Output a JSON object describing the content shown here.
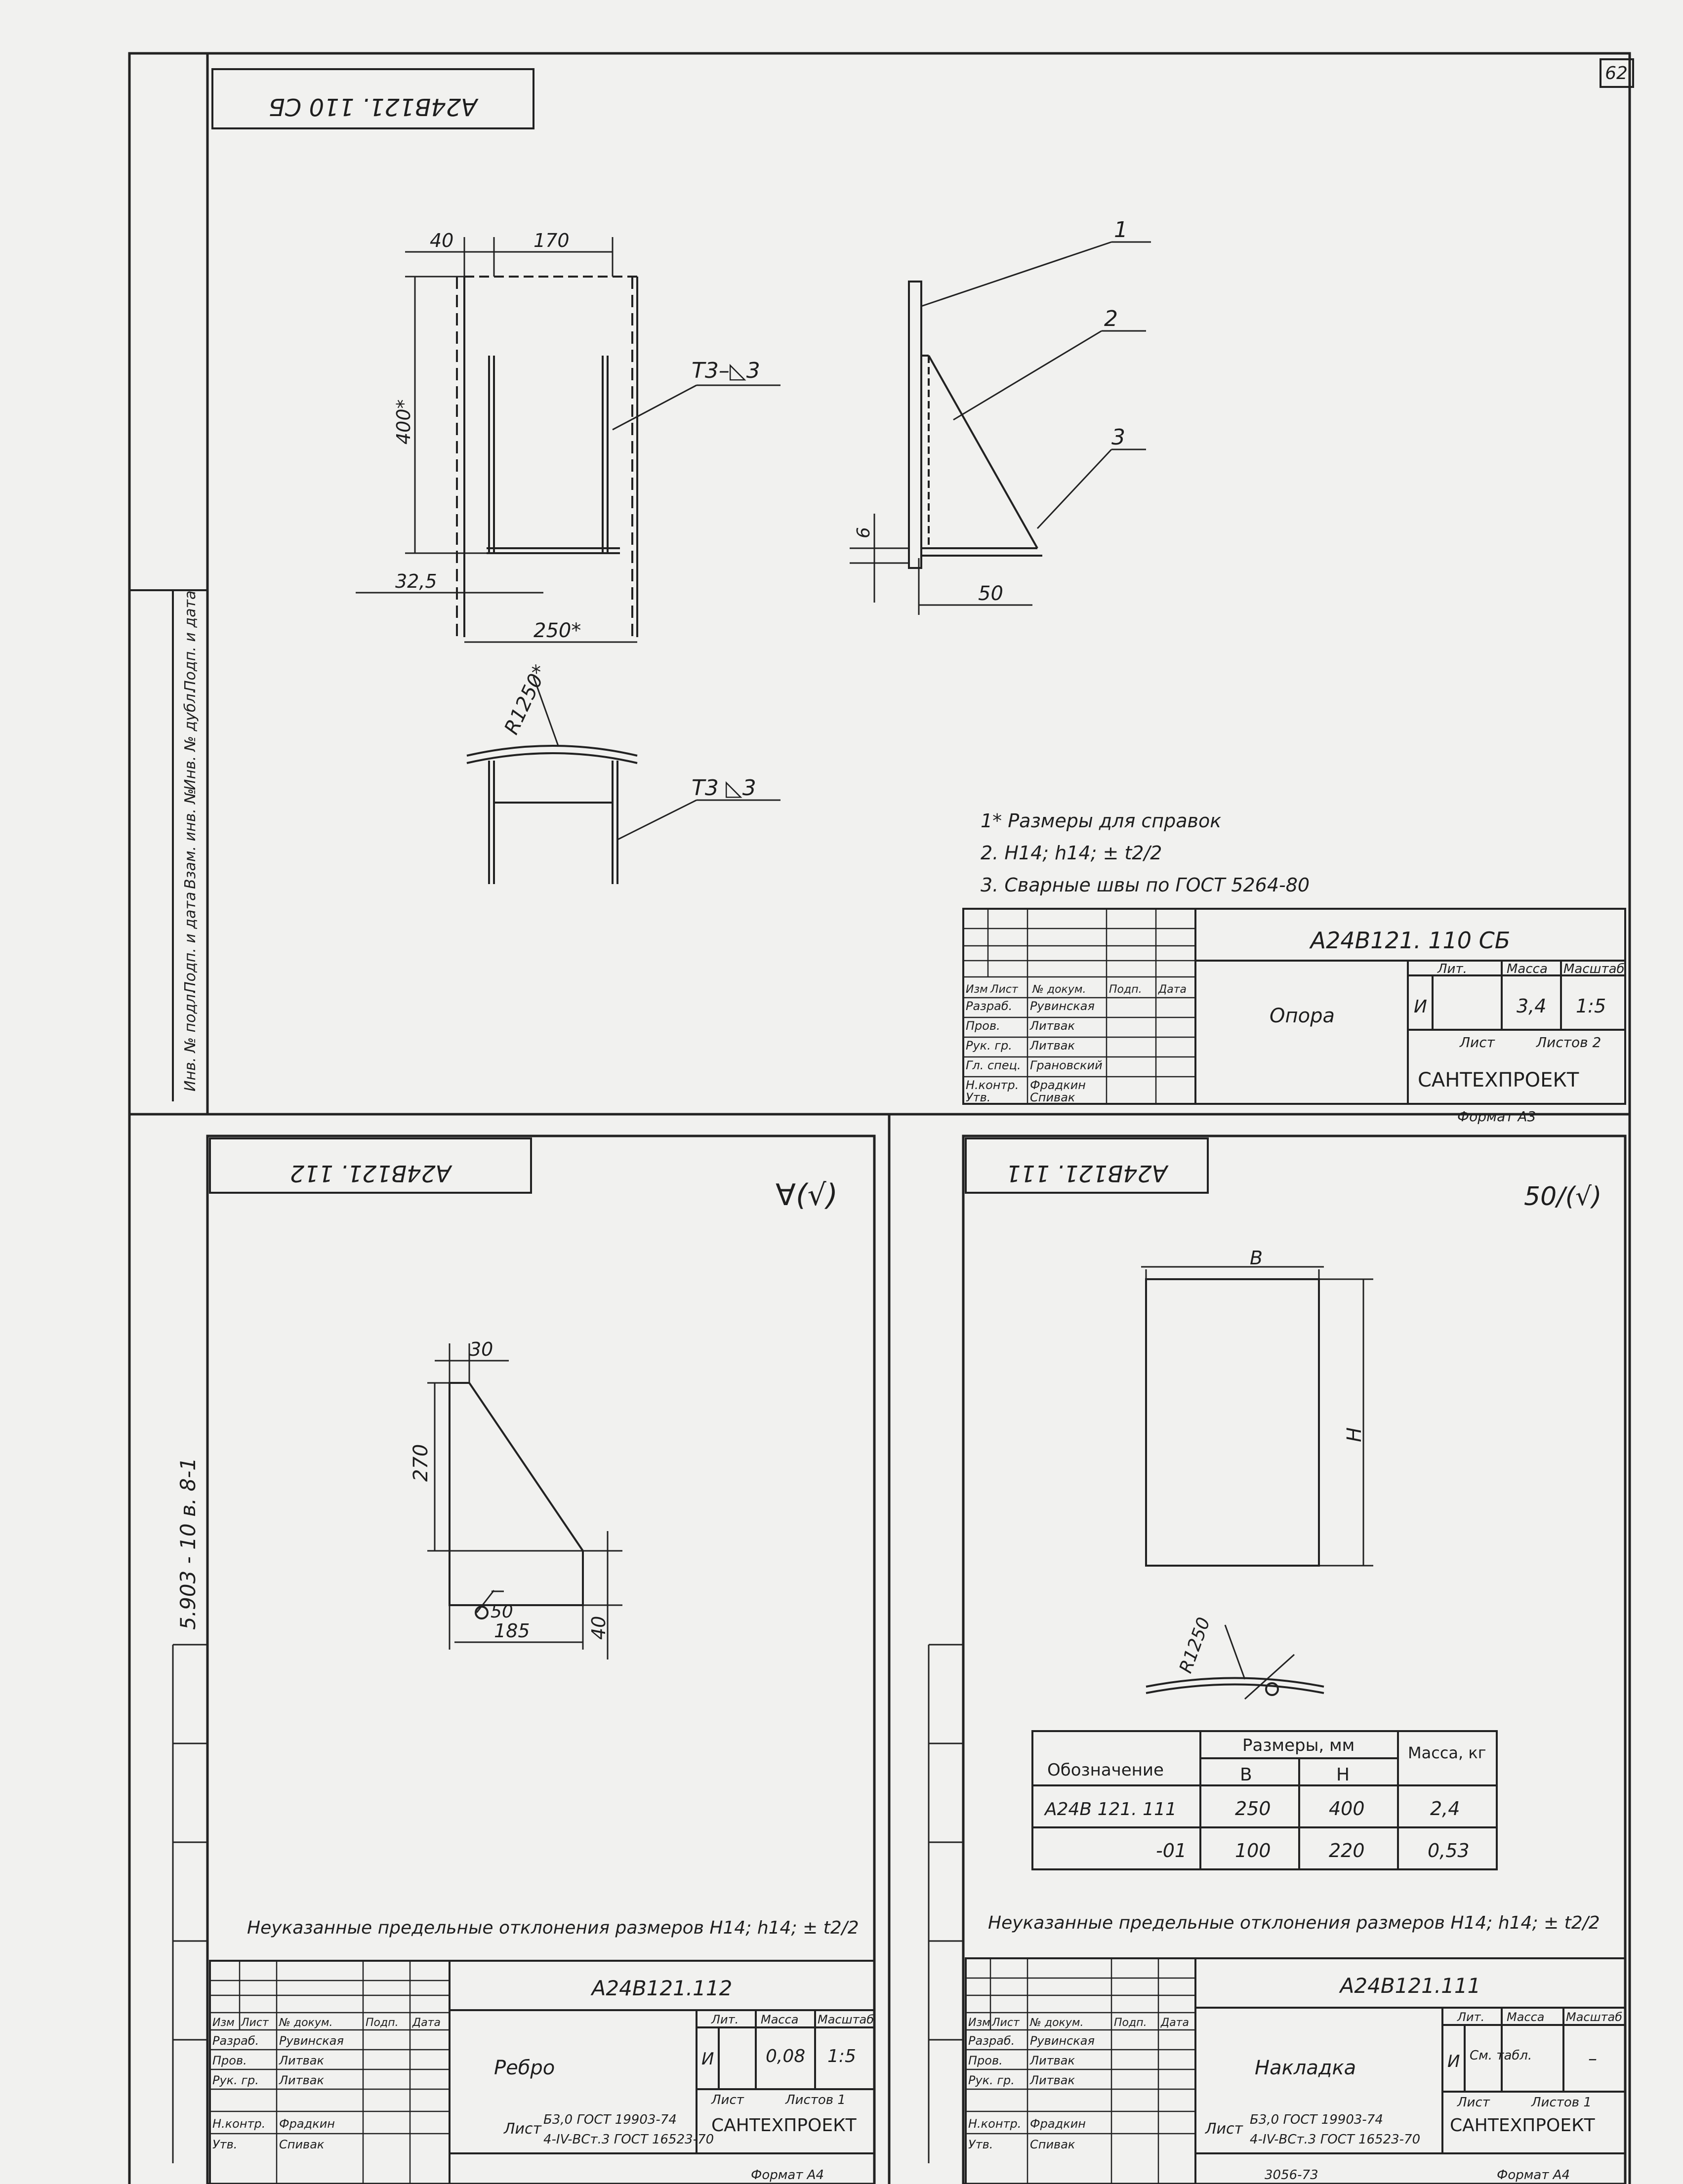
{
  "sheet": {
    "page_number": "62",
    "series_code": "5.903 - 10   в. 8-1"
  },
  "top": {
    "stamp_code": "А24В121. 110 СБ",
    "dims": {
      "w40": "40",
      "w170": "170",
      "h400": "400*",
      "w32": "32,5",
      "w250": "250*",
      "weld1": "Т3–◺3",
      "r1250": "R1250*",
      "weld2": "Т3 ◺3",
      "s6": "6",
      "w50": "50"
    },
    "callouts": [
      "1",
      "2",
      "3"
    ],
    "notes": [
      "1* Размеры для справок",
      "2. H14; h14; ± t2/2",
      "3. Сварные швы по ГОСТ 5264-80"
    ],
    "title_block": {
      "designation": "А24В121. 110 СБ",
      "name": "Опора",
      "col_headers": [
        "Изм",
        "Лист",
        "№ докум.",
        "Подп.",
        "Дата"
      ],
      "roles": [
        {
          "role": "Разраб.",
          "person": "Рувинская"
        },
        {
          "role": "Пров.",
          "person": "Литвак"
        },
        {
          "role": "Рук. гр.",
          "person": "Литвак"
        },
        {
          "role": "Гл. спец.",
          "person": "Грановский"
        },
        {
          "role": "Н.контр.",
          "person": "Фрадкин"
        },
        {
          "role": "Утв.",
          "person": "Спивак"
        }
      ],
      "lit_label": "Лит.",
      "mass_label": "Масса",
      "scale_label": "Масштаб",
      "lit": "И",
      "mass": "3,4",
      "scale": "1:5",
      "sheet_label": "Лист",
      "sheets_label": "Листов 2",
      "org": "САНТЕХПРОЕКТ",
      "format": "Формат А3"
    }
  },
  "left": {
    "stamp_code": "А24В121. 112",
    "roughness": "∀(√)",
    "dims": {
      "w30": "30",
      "h270": "270",
      "w185": "185",
      "h40": "40",
      "weld": "50"
    },
    "note": "Неуказанные предельные отклонения размеров H14; h14; ± t2/2",
    "title_block": {
      "designation": "А24В121.112",
      "name": "Ребро",
      "col_headers": [
        "Изм",
        "Лист",
        "№ докум.",
        "Подп.",
        "Дата"
      ],
      "roles": [
        {
          "role": "Разраб.",
          "person": "Рувинская"
        },
        {
          "role": "Пров.",
          "person": "Литвак"
        },
        {
          "role": "Рук. гр.",
          "person": "Литвак"
        },
        {
          "role": "",
          "person": ""
        },
        {
          "role": "Н.контр.",
          "person": "Фрадкин"
        },
        {
          "role": "Утв.",
          "person": "Спивак"
        }
      ],
      "lit_label": "Лит.",
      "mass_label": "Масса",
      "scale_label": "Масштаб",
      "lit": "И",
      "mass": "0,08",
      "scale": "1:5",
      "sheet_label": "Лист",
      "sheets_label": "Листов 1",
      "material_label": "Лист",
      "material_1": "Б3,0 ГОСТ 19903-74",
      "material_2": "4-IV-ВСт.3 ГОСТ 16523-70",
      "org": "САНТЕХПРОЕКТ",
      "format": "Формат А4"
    }
  },
  "right": {
    "stamp_code": "А24В121. 111",
    "roughness": "50/(√)",
    "dims": {
      "b": "В",
      "h": "Н",
      "r": "R1250"
    },
    "table": {
      "h_designation": "Обозначение",
      "h_sizes": "Размеры, мм",
      "h_b": "В",
      "h_h": "Н",
      "h_mass": "Масса, кг",
      "rows": [
        {
          "d": "А24В 121. 111",
          "b": "250",
          "h": "400",
          "m": "2,4"
        },
        {
          "d": "-01",
          "b": "100",
          "h": "220",
          "m": "0,53"
        }
      ]
    },
    "note": "Неуказанные предельные отклонения размеров H14; h14; ± t2/2",
    "title_block": {
      "designation": "А24В121.111",
      "name": "Накладка",
      "col_headers": [
        "Изм",
        "Лист",
        "№ докум.",
        "Подп.",
        "Дата"
      ],
      "roles": [
        {
          "role": "Разраб.",
          "person": "Рувинская"
        },
        {
          "role": "Пров.",
          "person": "Литвак"
        },
        {
          "role": "Рук. гр.",
          "person": "Литвак"
        },
        {
          "role": "",
          "person": ""
        },
        {
          "role": "Н.контр.",
          "person": "Фрадкин"
        },
        {
          "role": "Утв.",
          "person": "Спивак"
        }
      ],
      "lit_label": "Лит.",
      "mass_label": "Масса",
      "scale_label": "Масштаб",
      "lit": "И",
      "mass": "См. табл.",
      "scale": "–",
      "sheet_label": "Лист",
      "sheets_label": "Листов 1",
      "material_label": "Лист",
      "material_1": "Б3,0 ГОСТ 19903-74",
      "material_2": "4-IV-ВСт.3 ГОСТ 16523-70",
      "org": "САНТЕХПРОЕКТ",
      "format": "Формат А4",
      "stamp_number": "3056-73"
    }
  },
  "side_strip": [
    "Инв. № подл.",
    "Подп. и дата",
    "Взам. инв. №",
    "Инв. № дубл.",
    "Подп. и дата"
  ]
}
